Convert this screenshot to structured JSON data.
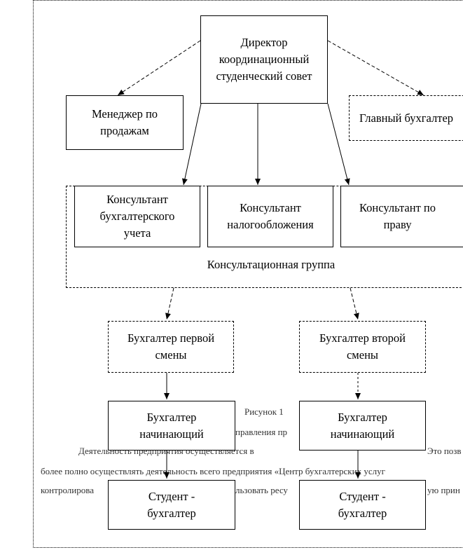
{
  "nodes": {
    "director": "Директор\nкоординационный\nстуденческий совет",
    "sales_manager": "Менеджер по\nпродажам",
    "chief_accountant": "Главный бухгалтер",
    "consultant_accounting": "Консультант\nбухгалтерского\nучета",
    "consultant_tax": "Консультант\nналогообложения",
    "consultant_law": "Консультант по\nправу",
    "accountant_first_shift": "Бухгалтер первой\nсмены",
    "accountant_second_shift": "Бухгалтер второй\nсмены",
    "junior_accountant_1": "Бухгалтер\nначинающий",
    "junior_accountant_2": "Бухгалтер\nначинающий",
    "student_accountant_1": "Студент -\nбухгалтер",
    "student_accountant_2": "Студент -\nбухгалтер"
  },
  "group_label": "Консультационная группа",
  "background_text": {
    "figure_caption": "Рисунок 1",
    "line1": "правления пр",
    "line2_left": "Деятельность предприятия осуществляется в",
    "line2_right": "Это позв",
    "line3": "более полно осуществлять деятельность всего предприятия «Центр бухгалтерских услуг",
    "line4_left": "контролирова",
    "line4_mid": "льзовать ресу",
    "line4_right": "ую прин"
  }
}
